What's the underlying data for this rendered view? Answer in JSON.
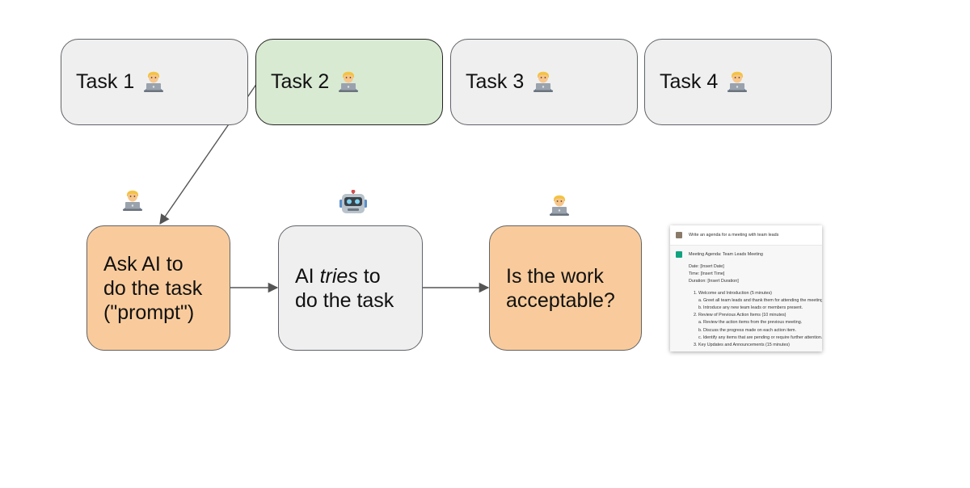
{
  "tasks": [
    {
      "label": "Task 1",
      "active": false
    },
    {
      "label": "Task 2",
      "active": true
    },
    {
      "label": "Task 3",
      "active": false
    },
    {
      "label": "Task 4",
      "active": false
    }
  ],
  "steps": {
    "ask": {
      "lines": [
        "Ask AI to",
        "do the task",
        "(\"prompt\")"
      ]
    },
    "tries": {
      "pre": "AI ",
      "em": "tries",
      "post": " to",
      "line2": "do the task"
    },
    "check": {
      "lines": [
        "Is the work",
        "acceptable?"
      ]
    }
  },
  "icons": {
    "person": "technologist-icon",
    "robot": "robot-icon"
  },
  "colors": {
    "task_box": "#efefef",
    "task_active": "#d9ead3",
    "human_step": "#f9cb9c",
    "ai_step": "#efefef",
    "arrow": "#555555",
    "bot_avatar": "#10a37f"
  },
  "chat": {
    "prompt": "Write an agenda for a meeting with team leads",
    "title": "Meeting Agenda: Team Leads Meeting",
    "date": "Date: [Insert Date]",
    "time": "Time: [Insert Time]",
    "duration": "Duration: [Insert Duration]",
    "items": [
      {
        "indent": 1,
        "text": "1.  Welcome and Introduction (5 minutes)"
      },
      {
        "indent": 2,
        "text": "a. Greet all team leads and thank them for attending the meeting."
      },
      {
        "indent": 2,
        "text": "b. Introduce any new team leads or members present."
      },
      {
        "indent": 1,
        "text": "2.  Review of Previous Action Items (10 minutes)"
      },
      {
        "indent": 2,
        "text": "a. Review the action items from the previous meeting."
      },
      {
        "indent": 2,
        "text": "b. Discuss the progress made on each action item."
      },
      {
        "indent": 2,
        "text": "c. Identify any items that are pending or require further attention."
      },
      {
        "indent": 1,
        "text": "3.  Key Updates and Announcements (15 minutes)"
      }
    ]
  }
}
